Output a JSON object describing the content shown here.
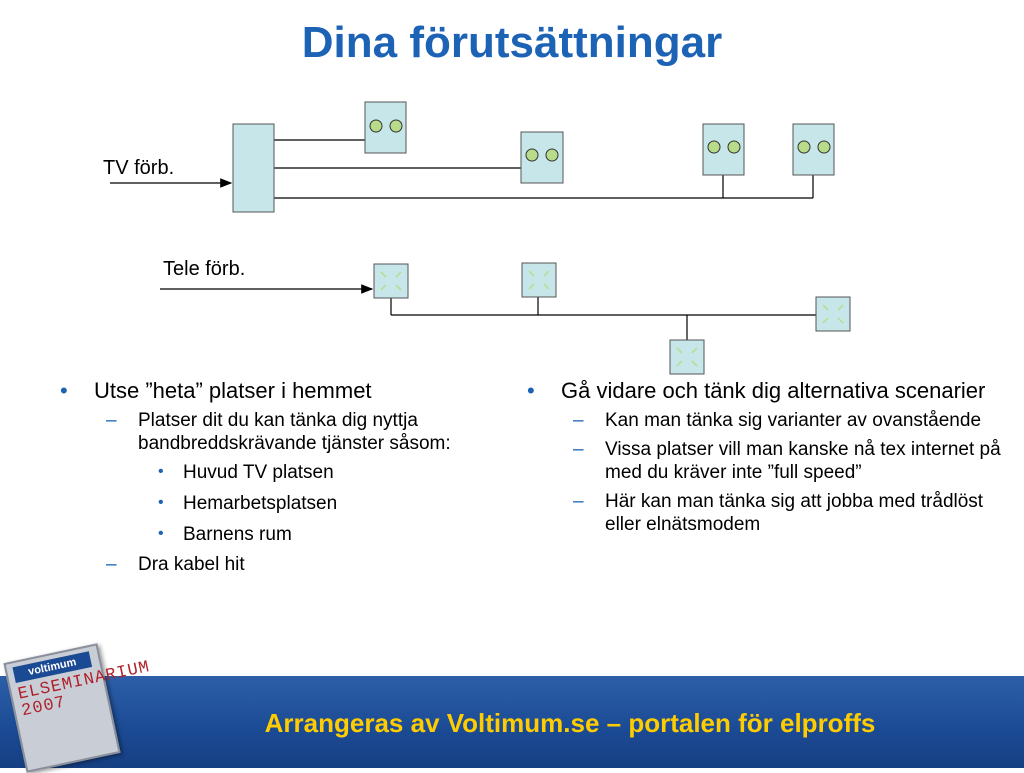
{
  "title": "Dina förutsättningar",
  "diagram": {
    "tv_label": "TV förb.",
    "tele_label": "Tele förb."
  },
  "left_column": {
    "bullet": "Utse ”heta” platser i hemmet",
    "sub1": "Platser dit du kan tänka dig nyttja bandbreddskrävande tjänster såsom:",
    "items": [
      "Huvud TV platsen",
      "Hemarbetsplatsen",
      "Barnens rum"
    ],
    "sub2": "Dra kabel hit"
  },
  "right_column": {
    "bullet": "Gå vidare och tänk dig alternativa scenarier",
    "subs": [
      "Kan man tänka sig varianter av ovanstående",
      "Vissa platser vill man kanske nå tex internet på med du kräver inte ”full speed”",
      "Här kan man tänka sig att jobba med trådlöst eller elnätsmodem"
    ]
  },
  "footer": {
    "text": "Arrangeras av Voltimum.se – portalen för elproffs"
  },
  "logo": {
    "brand": "voltimum",
    "word": "ELSEMINARIUM 2007"
  },
  "colors": {
    "title": "#1d63b5",
    "box_fill": "#c6e6ea",
    "dot_fill": "#b8dc8a",
    "footer_text": "#ffcc00"
  }
}
